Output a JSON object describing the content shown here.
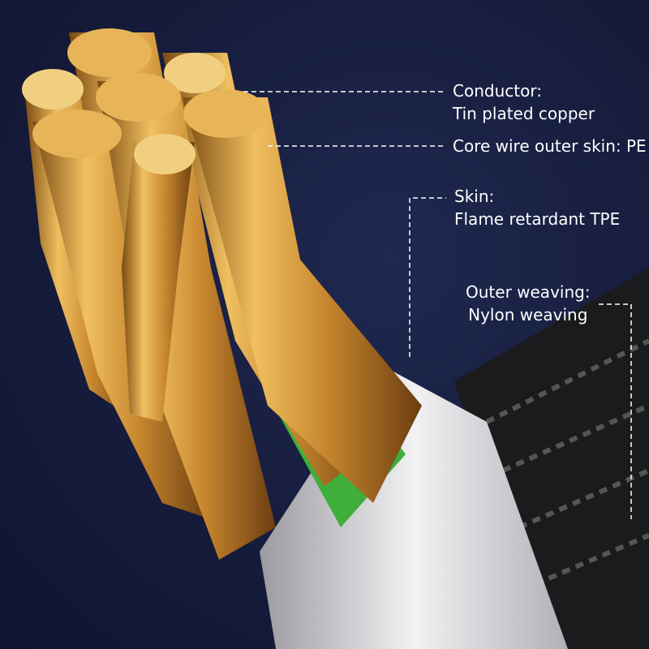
{
  "labels": {
    "conductor": {
      "title": "Conductor:",
      "detail": "Tin plated copper"
    },
    "core_skin": {
      "title": "Core wire outer skin: PE"
    },
    "skin": {
      "title": "Skin:",
      "detail": "Flame retardant TPE"
    },
    "outer": {
      "title": "Outer weaving:",
      "detail": "Nylon weaving"
    }
  },
  "colors": {
    "background": "#151b3a",
    "copper": "#d9a441",
    "green": "#3fae3a",
    "red": "#d2453a",
    "silver": "#d8d8dc",
    "braid": "#1a1a1a"
  }
}
